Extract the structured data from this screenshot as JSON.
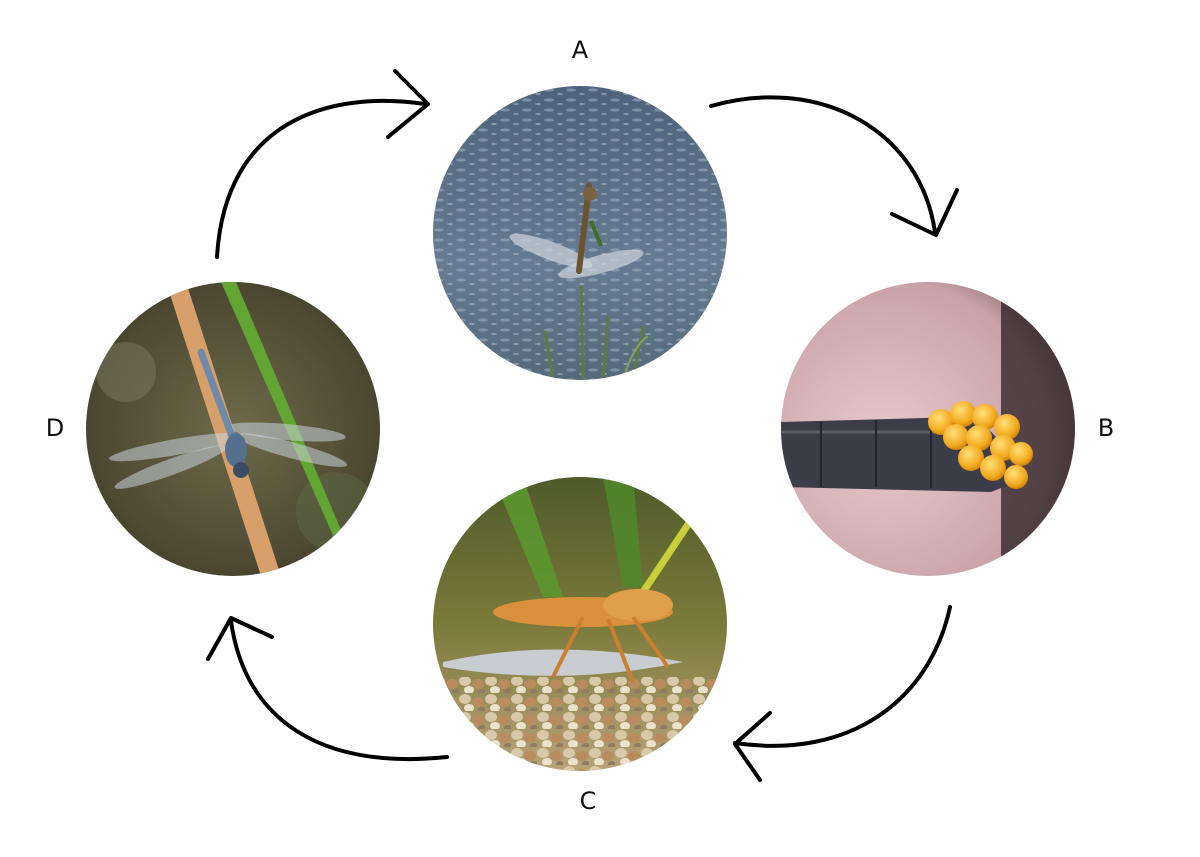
{
  "diagram": {
    "stages": [
      {
        "id": "A",
        "label": "A",
        "photo": "dragonfly-ovipositing-in-water"
      },
      {
        "id": "B",
        "label": "B",
        "photo": "egg-cluster-on-abdomen"
      },
      {
        "id": "C",
        "label": "C",
        "photo": "aquatic-nymph-eating-fish"
      },
      {
        "id": "D",
        "label": "D",
        "photo": "adult-dragonfly-on-reed"
      }
    ],
    "cycle_direction": "clockwise",
    "arrow_color": "#000000",
    "photo_colors": {
      "water": "#5b6f86",
      "eggs": "#f2a81c",
      "nymph": "#d9913b",
      "dragonfly": "#6f8aa8",
      "reed": "#d7a06a"
    }
  }
}
